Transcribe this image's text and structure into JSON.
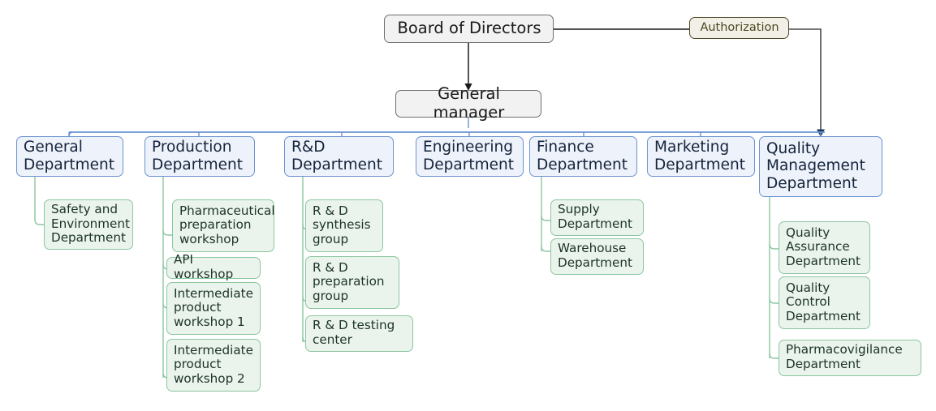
{
  "diagram": {
    "title": "Pharmaceutical Company Organizational Chart",
    "colors": {
      "exec_fill": "#f2f2f2",
      "exec_border": "#6e6e6e",
      "auth_fill": "#f2f0e6",
      "auth_border": "#4f4a29",
      "dept_fill": "#eef2fb",
      "dept_border": "#6b93d0",
      "sub_fill": "#eaf4ec",
      "sub_border": "#8cc6a0",
      "connector_exec": "#1a1a1a",
      "connector_dept": "#6b93d0",
      "connector_sub": "#8cc6a0"
    },
    "executives": [
      {
        "id": "board",
        "label": "Board of Directors"
      },
      {
        "id": "general-manager",
        "label": "General manager"
      }
    ],
    "authorization": {
      "id": "authorization",
      "label": "Authorization"
    },
    "departments": [
      {
        "id": "general-department",
        "label": "General\nDepartment",
        "children": [
          {
            "id": "safety-and-environment-department",
            "label": "Safety and\nEnvironment\nDepartment"
          }
        ]
      },
      {
        "id": "production-department",
        "label": "Production\nDepartment",
        "children": [
          {
            "id": "pharmaceutical-preparation-workshop",
            "label": "Pharmaceutical\npreparation\nworkshop"
          },
          {
            "id": "api-workshop",
            "label": "API workshop"
          },
          {
            "id": "intermediate-product-workshop-1",
            "label": "Intermediate\nproduct\nworkshop 1"
          },
          {
            "id": "intermediate-product-workshop-2",
            "label": "Intermediate\nproduct\nworkshop 2"
          }
        ]
      },
      {
        "id": "rd-department",
        "label": "R&D\nDepartment",
        "children": [
          {
            "id": "rd-synthesis-group",
            "label": "R & D\nsynthesis\ngroup"
          },
          {
            "id": "rd-preparation-group",
            "label": "R & D\npreparation\ngroup"
          },
          {
            "id": "rd-testing-center",
            "label": "R & D testing\ncenter"
          }
        ]
      },
      {
        "id": "engineering-department",
        "label": "Engineering\nDepartment",
        "children": []
      },
      {
        "id": "finance-department",
        "label": "Finance\nDepartment",
        "children": [
          {
            "id": "supply-department",
            "label": "Supply\nDepartment"
          },
          {
            "id": "warehouse-department",
            "label": "Warehouse\nDepartment"
          }
        ]
      },
      {
        "id": "marketing-department",
        "label": "Marketing\nDepartment",
        "children": []
      },
      {
        "id": "quality-management-department",
        "label": "Quality\nManagement\nDepartment",
        "children": [
          {
            "id": "quality-assurance-department",
            "label": "Quality\nAssurance\nDepartment"
          },
          {
            "id": "quality-control-department",
            "label": "Quality\nControl\nDepartment"
          },
          {
            "id": "pharmacovigilance-department",
            "label": "Pharmacovigilance\nDepartment"
          }
        ]
      }
    ]
  }
}
